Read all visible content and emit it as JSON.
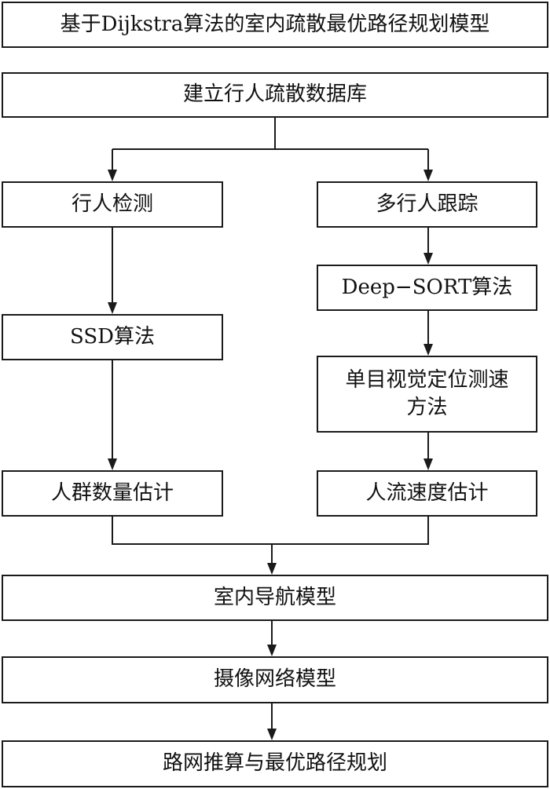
{
  "diagram": {
    "title": "基于Dijkstra算法的室内疏散最优路径规划模型",
    "nodes": {
      "database": "建立行人疏散数据库",
      "pedestrian_detection": "行人检测",
      "multi_pedestrian_tracking": "多行人跟踪",
      "deep_sort": "Deep−SORT算法",
      "ssd": "SSD算法",
      "monocular_vision_line1": "单目视觉定位测速",
      "monocular_vision_line2": "方法",
      "crowd_count": "人群数量估计",
      "flow_speed": "人流速度估计",
      "indoor_navigation": "室内导航模型",
      "camera_network": "摄像网络模型",
      "route_planning": "路网推算与最优路径规划"
    },
    "edges": [
      [
        "database",
        "pedestrian_detection"
      ],
      [
        "database",
        "multi_pedestrian_tracking"
      ],
      [
        "pedestrian_detection",
        "ssd"
      ],
      [
        "ssd",
        "crowd_count"
      ],
      [
        "multi_pedestrian_tracking",
        "deep_sort"
      ],
      [
        "deep_sort",
        "monocular_vision"
      ],
      [
        "monocular_vision",
        "flow_speed"
      ],
      [
        "crowd_count",
        "indoor_navigation"
      ],
      [
        "flow_speed",
        "indoor_navigation"
      ],
      [
        "indoor_navigation",
        "camera_network"
      ],
      [
        "camera_network",
        "route_planning"
      ]
    ],
    "colors": {
      "stroke": "#1a1a1a",
      "background": "#ffffff",
      "text": "#111111"
    }
  }
}
